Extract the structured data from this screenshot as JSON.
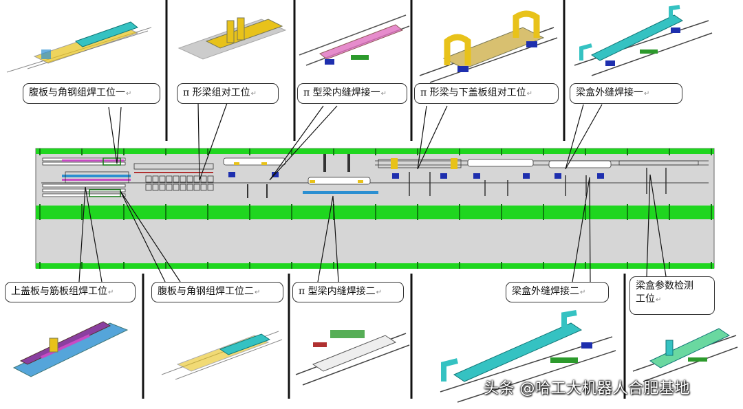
{
  "colors": {
    "floor_gray": "#d6d6d6",
    "lane_green": "#1fd61f",
    "dark_green": "#0f7a0f",
    "conveyor_blue": "#2b8fd1",
    "machine_cyan": "#35c2c2",
    "machine_yellow": "#e8c21a",
    "cart_blue": "#1e2fae",
    "bolt_green": "#2c9a2c",
    "magenta": "#c84bc4"
  },
  "callouts": {
    "web_angle_1": "腹板与角钢组焊工位一",
    "pi_assembly": "π 形梁组对工位",
    "pi_inner_weld_1": "π 型梁内缝焊接一",
    "pi_bottom_cover": "π 形梁与下盖板组对工位",
    "box_outer_weld_1": "梁盒外缝焊接一",
    "top_cover_rib": "上盖板与筋板组焊工位",
    "web_angle_2": "腹板与角钢组焊工位二",
    "pi_inner_weld_2": "π 型梁内缝焊接二",
    "box_outer_weld_2": "梁盒外缝焊接二",
    "box_inspect_line1": "梁盒参数检测",
    "box_inspect_line2": "工位"
  },
  "para_mark": "↵",
  "watermark": {
    "prefix": "头条 ",
    "handle": "@哈工大机器人合肥基地"
  }
}
